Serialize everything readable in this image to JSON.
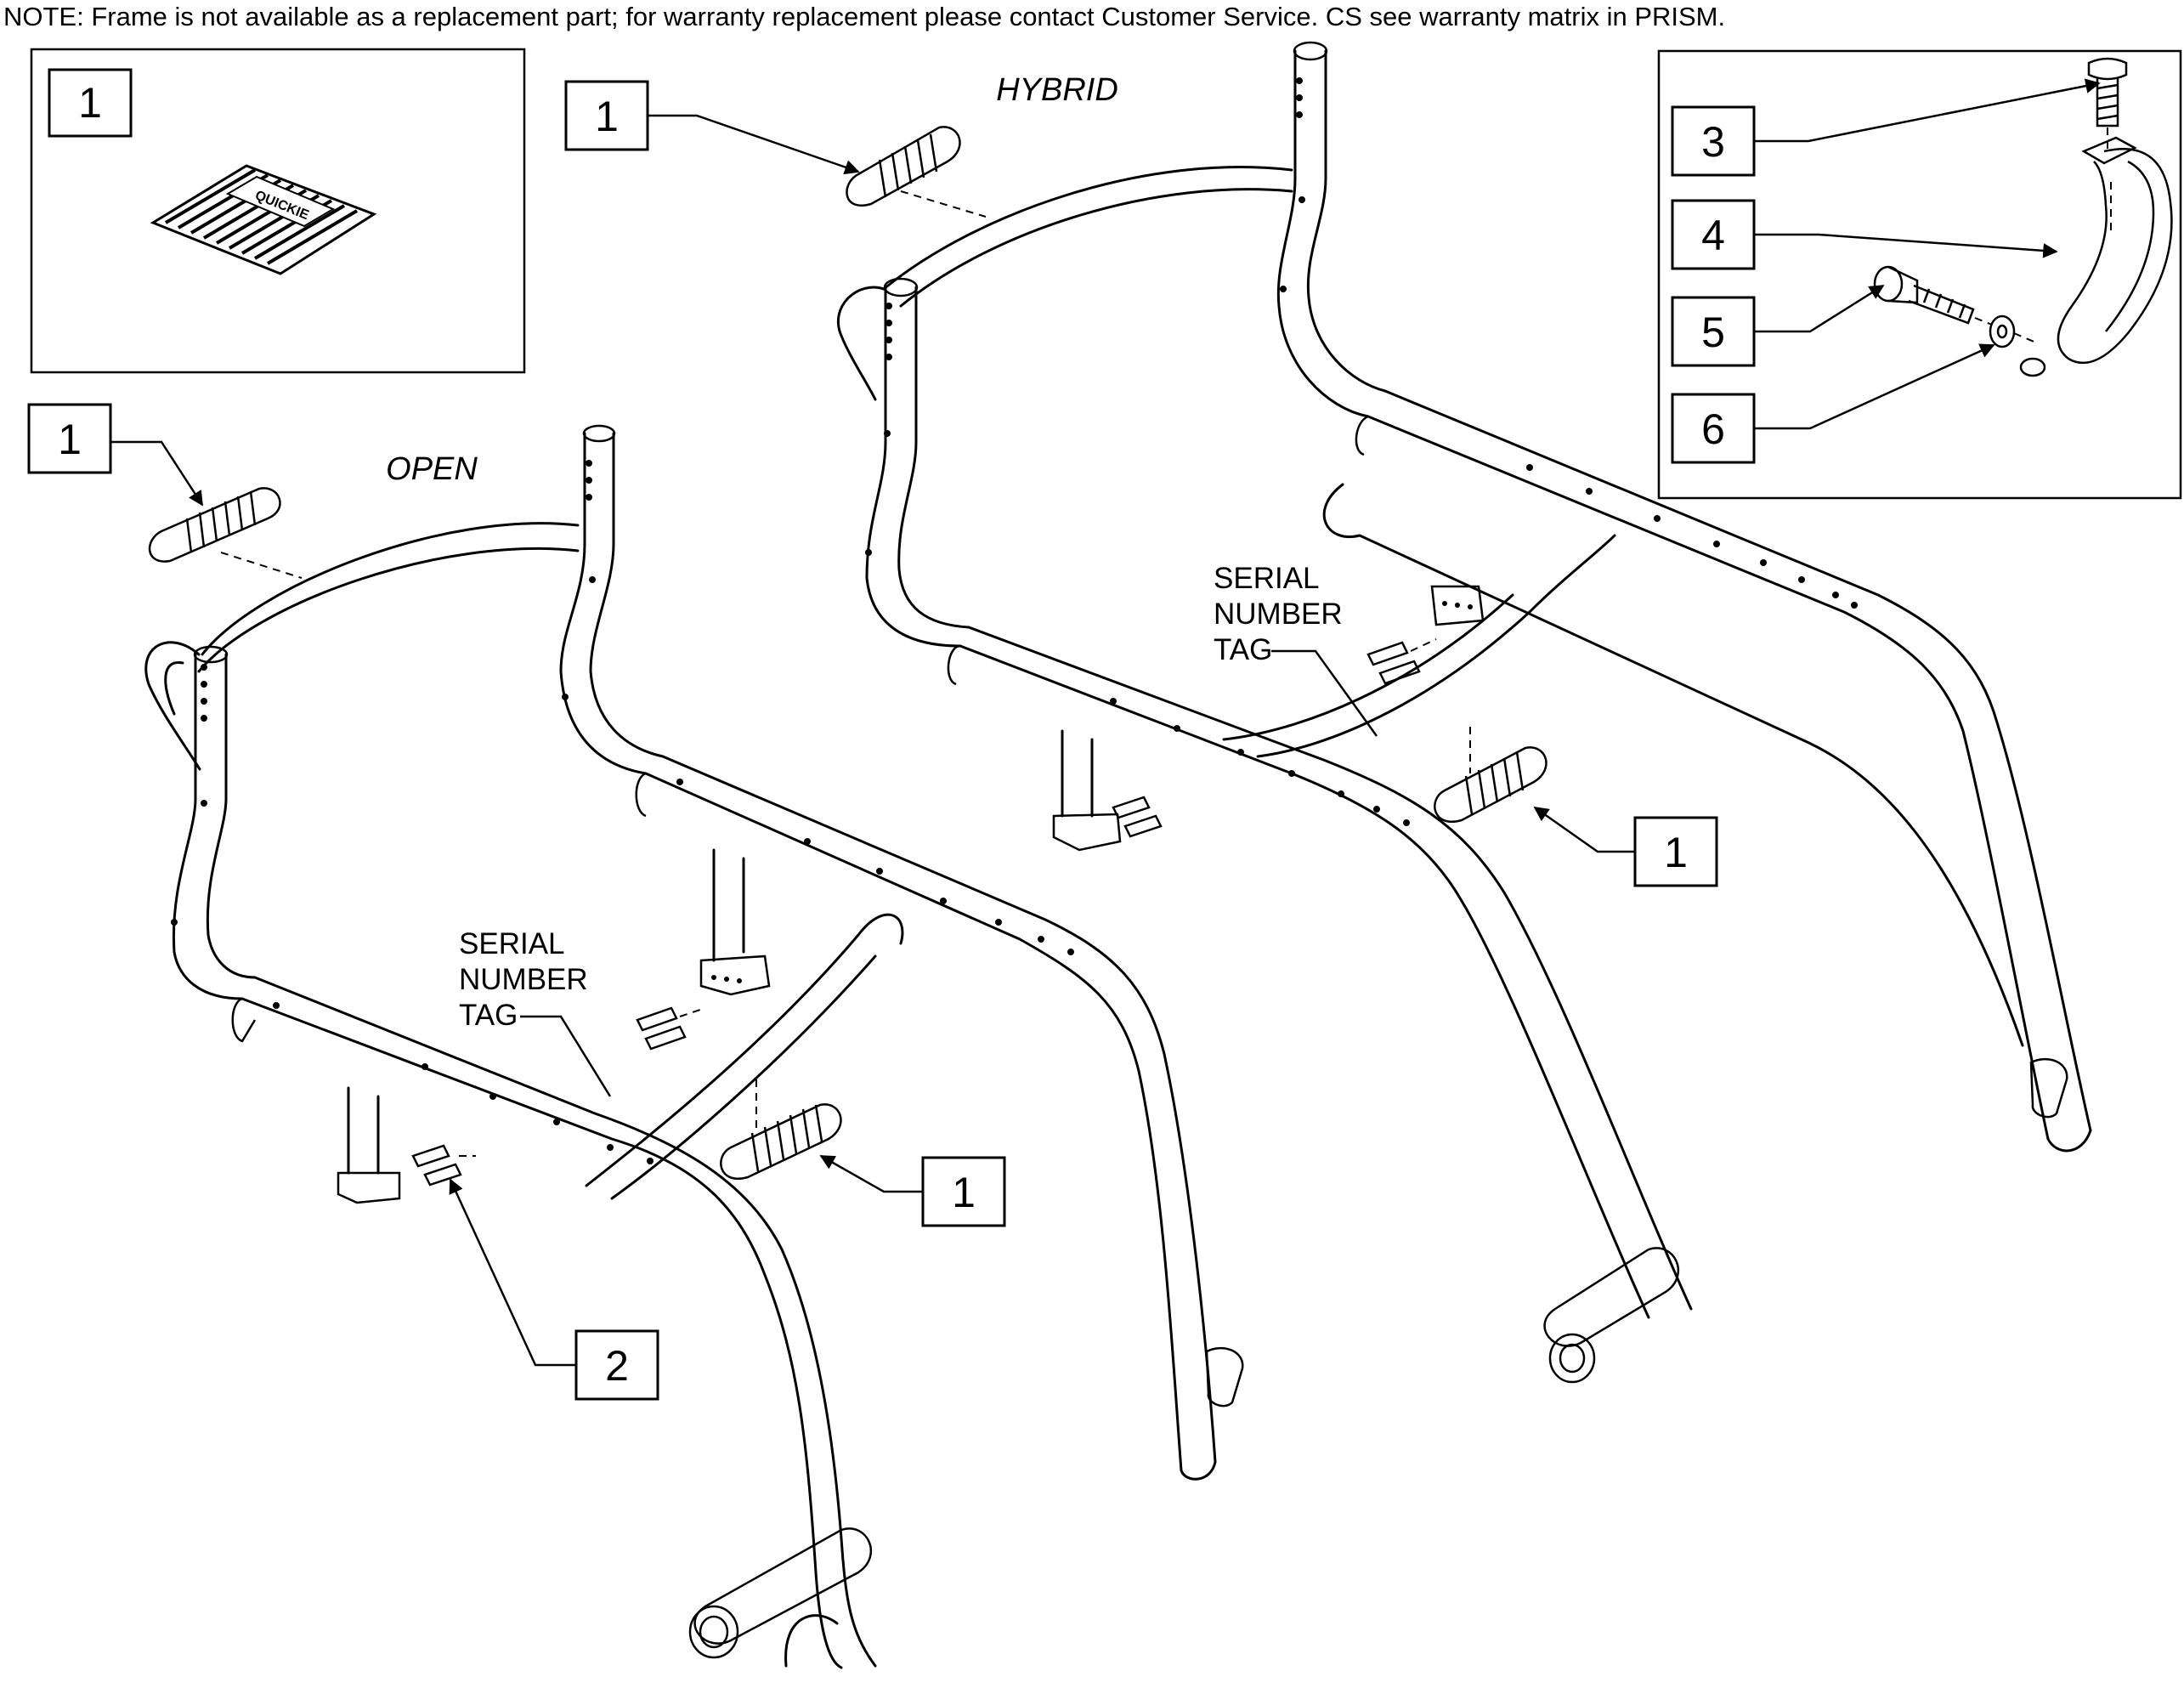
{
  "note": "NOTE: Frame is not available as a replacement part; for warranty replacement please contact Customer Service. CS see warranty matrix in PRISM.",
  "variants": {
    "open": "OPEN",
    "hybrid": "HYBRID"
  },
  "serial_tag": {
    "line1": "SERIAL",
    "line2": "NUMBER",
    "line3": "TAG"
  },
  "kit_label": "QUICKIE",
  "callouts": {
    "grip_kit": "1",
    "grip_open_rear": "1",
    "grip_open_front": "1",
    "grip_hybrid_rear": "1",
    "grip_hybrid_front": "1",
    "screws_open": "2",
    "clamp_screw": "3",
    "clamp": "4",
    "clamp_bolt": "5",
    "clamp_washer": "6"
  },
  "marker_colors": {
    "line": "#000000",
    "background": "#ffffff"
  }
}
